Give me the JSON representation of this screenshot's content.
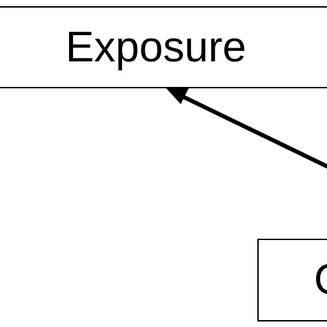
{
  "diagram": {
    "nodes": [
      {
        "id": "exposure",
        "label": "Exposure"
      },
      {
        "id": "partial",
        "label": "C"
      }
    ],
    "edges": [
      {
        "from": "partial",
        "to": "exposure",
        "arrowhead": "end"
      }
    ],
    "colors": {
      "stroke": "#000000",
      "background": "#ffffff"
    }
  }
}
